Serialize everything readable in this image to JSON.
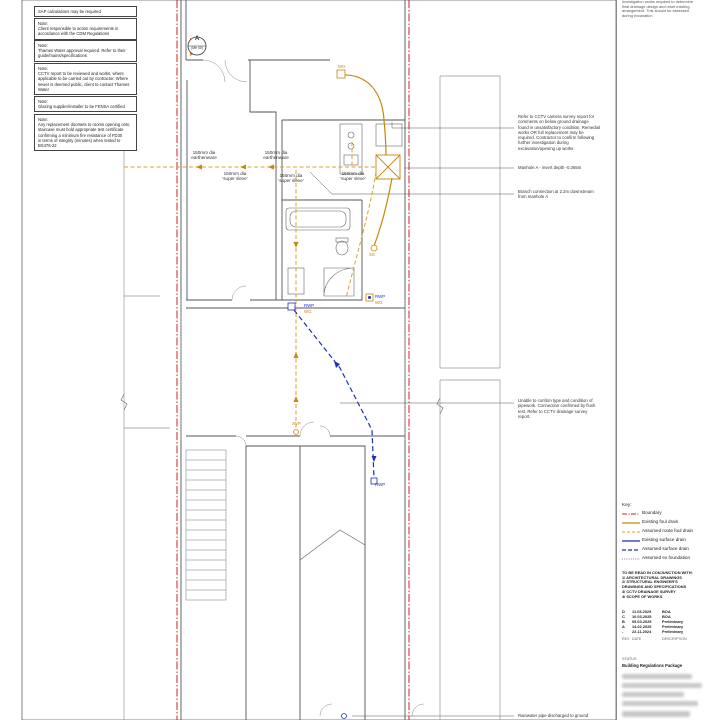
{
  "notes": [
    {
      "lines": [
        "SAP calculations may be required"
      ]
    },
    {
      "lines": [
        "Note:",
        "Client responsible to action requirements in",
        "accordance with the CDM Regulations"
      ]
    },
    {
      "lines": [
        "Note:",
        "Thames Water approval required. Refer to their",
        "guide/mains/specifications"
      ]
    },
    {
      "lines": [
        "Note:",
        "CCTV report to be reviewed and works, where",
        "applicable to be carried out by contractor. Where",
        "sewer is deemed public, client to contact Thames",
        "Water"
      ]
    },
    {
      "lines": [
        "Note:",
        "Glazing supplier/installer to be FENSA certified"
      ]
    },
    {
      "lines": [
        "Note:",
        "Any replacement doorsets to rooms opening onto",
        "staircase must hold appropriate test certificate",
        "confirming a minimum fire resistance of FD30",
        "in terms of integrity (minutes) when tested to",
        "BS476-22"
      ]
    }
  ],
  "section_marker": {
    "letter": "A",
    "ref": "(Mfr 00)"
  },
  "pipe_labels": [
    {
      "lines": [
        "150mm dia",
        "earthenware"
      ]
    },
    {
      "lines": [
        "150mm dia",
        "earthenware"
      ]
    },
    {
      "lines": [
        "150mm dia",
        "'super sleve'"
      ]
    },
    {
      "lines": [
        "150mm dia",
        "'super sleve'"
      ]
    },
    {
      "lines": [
        "150mm dia",
        "'super sleve'"
      ]
    }
  ],
  "tags": {
    "wg": "WG",
    "ss": "SS",
    "rwp_left": "RWP",
    "wg_left": "WG",
    "rwp_right": "RWP",
    "wg_right": "WG",
    "svp": "SVP",
    "rwp_low": "RWP"
  },
  "callouts": [
    {
      "lines": [
        "Refer to CCTV camera survey report for",
        "comments on below ground drainage",
        "found in unsatisfactory condition. Remedial",
        "works OR full replacement may be",
        "required. Contractor to confirm following",
        "further investigation during",
        "excavation/opening up works"
      ]
    },
    {
      "lines": [
        "Manhole A - invert depth -0.365m"
      ]
    },
    {
      "lines": [
        "Branch connection at 2.2m downstream",
        "from manhole A"
      ]
    },
    {
      "lines": [
        "Unable to confirm type and condition of",
        "pipework. Connection confirmed by flush",
        "test. Refer to CCTV drainage survey",
        "report."
      ]
    },
    {
      "lines": [
        "Rainwater pipe discharged to ground"
      ]
    }
  ],
  "top_panel_note": [
    "investigation works required to determine",
    "final drainage design and reset existing",
    "arrangement. This should be assessed",
    "during excavation"
  ],
  "key": {
    "title": "Key:",
    "items": [
      {
        "label": "Boundary",
        "color": "#d42020",
        "style": "dashdot"
      },
      {
        "label": "Existing foul drain",
        "color": "#c8860a",
        "style": "solid"
      },
      {
        "label": "Assumed route foul drain",
        "color": "#d9a030",
        "style": "dashed"
      },
      {
        "label": "Existing surface drain",
        "color": "#1f2fbf",
        "style": "solid"
      },
      {
        "label": "Assumed surface drain",
        "color": "#1f2fbf",
        "style": "dashed"
      },
      {
        "label": "Assumed ex foundation",
        "color": "#888888",
        "style": "dotted"
      }
    ]
  },
  "read_in_conjunction": [
    "TO BE READ IN CONJUNCTION WITH:",
    "1/ ARCHITECTURAL DRAWINGS",
    "2/ STRUCTURAL ENGINEER'S",
    "DRAWINGS AND SPECIFICATIONS",
    "3/ CCTV DRAINAGE SURVEY",
    "4/ SCOPE OF WORKS"
  ],
  "revisions": [
    {
      "rev": "D",
      "date": "11.03.2025",
      "desc": "BOA"
    },
    {
      "rev": "C",
      "date": "10.03.2025",
      "desc": "BOA"
    },
    {
      "rev": "B",
      "date": "05.03.2025",
      "desc": "Preliminary"
    },
    {
      "rev": "A",
      "date": "14.02.2025",
      "desc": "Preliminary"
    },
    {
      "rev": "-",
      "date": "22.11.2024",
      "desc": "Preliminary"
    }
  ],
  "rev_header": {
    "rev": "REV",
    "date": "DATE",
    "desc": "DESCRIPTION"
  },
  "status": {
    "label": "STATUS",
    "value": "Building Regulations Package"
  }
}
